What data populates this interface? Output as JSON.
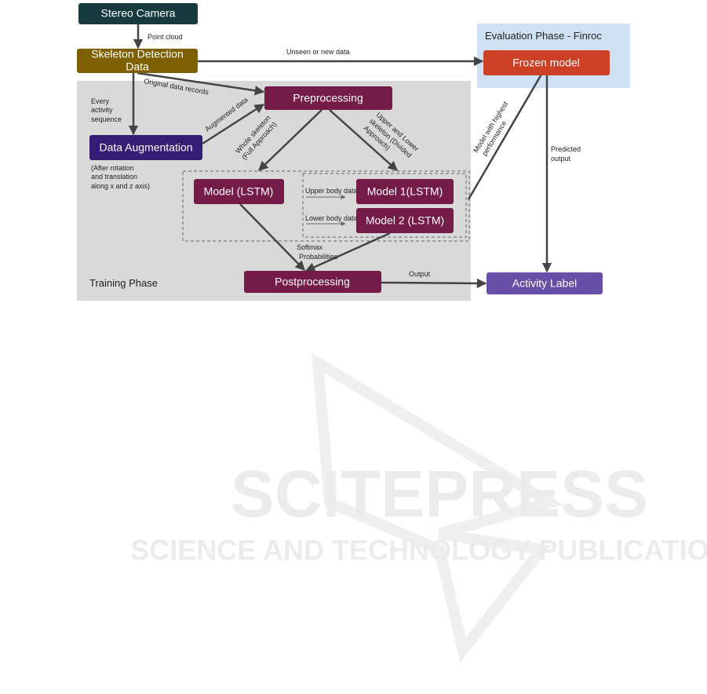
{
  "watermark": {
    "title": "SCITEPRESS",
    "subtitle": "SCIENCE AND TECHNOLOGY PUBLICATIONS"
  },
  "colors": {
    "camera": "#173a3f",
    "skeleton": "#7f6000",
    "training_bg": "#d9d9d9",
    "eval_bg": "#cfe2f3",
    "frozen": "#cc4125",
    "maroon": "#741b47",
    "augmentation": "#351c75",
    "activity": "#674ea7"
  },
  "nodes": {
    "stereo_camera": "Stereo Camera",
    "skeleton_1": "Skeleton Detection",
    "skeleton_2": "Data",
    "preprocessing": "Preprocessing",
    "data_augmentation": "Data Augmentation",
    "model_lstm": "Model (LSTM)",
    "model1": "Model 1(LSTM)",
    "model2": "Model 2 (LSTM)",
    "postprocessing": "Postprocessing",
    "frozen_model": "Frozen model",
    "activity_label": "Activity Label"
  },
  "regions": {
    "evaluation": "Evaluation Phase - Finroc",
    "training": "Training Phase"
  },
  "labels": {
    "point_cloud": "Point cloud",
    "unseen": "Unseen or new data",
    "original": "Original data records",
    "every": [
      "Every",
      "activity",
      "sequence"
    ],
    "after": [
      "(After rotation",
      "and translation",
      "along x and z axis)"
    ],
    "augmented": "Augmented data",
    "whole": [
      "Whole skeleton",
      "(Full Approach)"
    ],
    "divided": [
      "Upper and Lower",
      "skeleton (Divided",
      "Approach)"
    ],
    "highest": [
      "Model with highest",
      "performance"
    ],
    "predicted": [
      "Predicted",
      "output"
    ],
    "upper_body": "Upper body data",
    "lower_body": "Lower body data",
    "softmax": [
      "Softmax",
      "Probabilities"
    ],
    "output": "Output"
  }
}
